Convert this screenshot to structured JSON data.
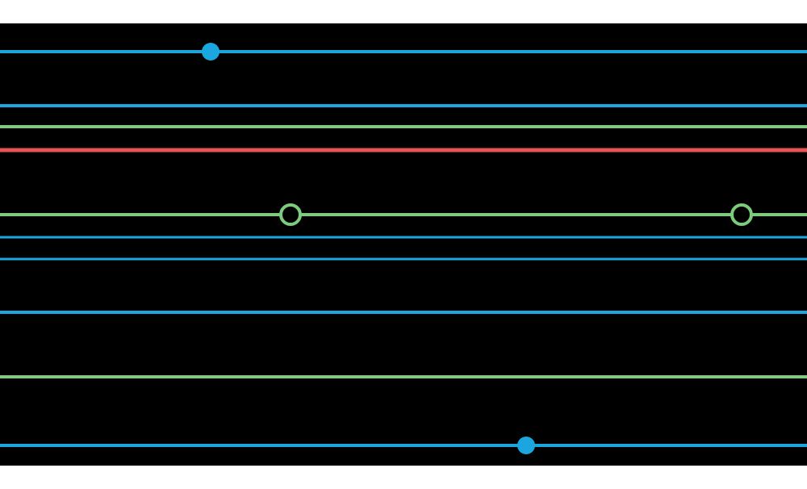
{
  "colors": {
    "background": "#000000",
    "page": "#ffffff",
    "blue": "#1ba6e0",
    "green": "#7dcb7d",
    "red": "#e85454"
  },
  "lines": [
    {
      "color": "blue"
    },
    {
      "color": "blue"
    },
    {
      "color": "green"
    },
    {
      "color": "red"
    },
    {
      "color": "green"
    },
    {
      "color": "blue"
    },
    {
      "color": "blue"
    },
    {
      "color": "blue"
    },
    {
      "color": "green"
    },
    {
      "color": "blue"
    }
  ],
  "markers": [
    {
      "line": 0,
      "style": "filled",
      "color": "blue"
    },
    {
      "line": 4,
      "style": "hollow",
      "color": "green"
    },
    {
      "line": 4,
      "style": "hollow",
      "color": "green"
    },
    {
      "line": 9,
      "style": "filled",
      "color": "blue"
    }
  ]
}
